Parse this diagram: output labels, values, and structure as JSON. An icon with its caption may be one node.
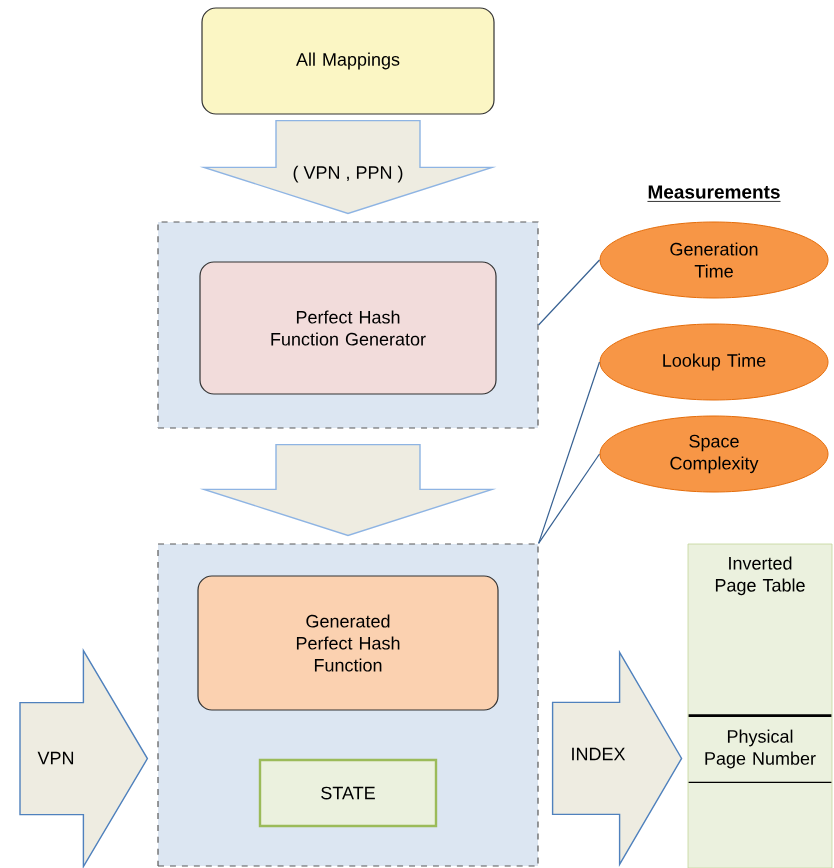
{
  "diagram": {
    "nodes": [
      {
        "text": [
          "All Mappings"
        ]
      },
      {
        "text": [],
        "shape": "box"
      },
      {
        "text": [
          "Perfect Hash Function Generator"
        ],
        "in": 1
      },
      {
        "text": [],
        "shape": "box"
      },
      {
        "text": [
          "Generated Perfect Hash Function"
        ],
        "in": 3
      },
      {
        "text": [
          "STATE"
        ],
        "in": 3
      },
      {
        "text": [
          "Generation Time"
        ]
      },
      {
        "text": [
          "Lookup Time"
        ]
      },
      {
        "text": [
          "Space Complexity"
        ]
      },
      {
        "text": [
          "Inverted Page Table"
        ]
      },
      {
        "text": [
          "Physical Page Number"
        ],
        "in": 9
      }
    ],
    "edges": [
      {
        "from": 0,
        "to": 1,
        "arrow": "to",
        "label": "( VPN , PPN )",
        "style": "thick"
      },
      {
        "from": 1,
        "to": 3,
        "arrow": "to",
        "style": "thick"
      },
      {
        "from": null,
        "to": 3,
        "arrow": "to",
        "label": "VPN",
        "style": "thick"
      },
      {
        "from": 3,
        "to": 9,
        "arrow": "to",
        "label": "INDEX",
        "style": "thick"
      },
      {
        "from": 6,
        "to": 1,
        "arrow": "none"
      },
      {
        "from": 7,
        "to": 3,
        "arrow": "none"
      },
      {
        "from": 8,
        "to": 3,
        "arrow": "none"
      }
    ],
    "labels": [
      "Measurements"
    ]
  }
}
